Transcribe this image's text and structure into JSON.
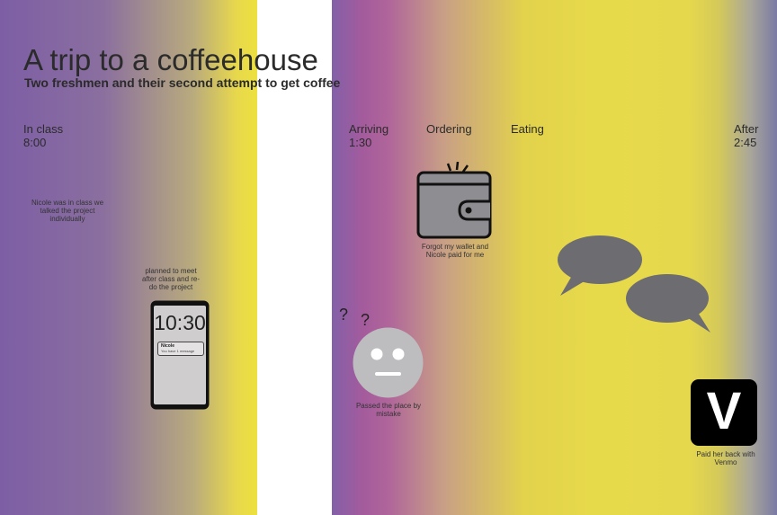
{
  "title": "A trip to a coffeehouse",
  "subtitle": "Two freshmen and their second attempt to get coffee",
  "stages": [
    {
      "label": "In class",
      "time": "8:00"
    },
    {
      "label": "Arriving",
      "time": "1:30"
    },
    {
      "label": "Ordering",
      "time": ""
    },
    {
      "label": "Eating",
      "time": ""
    },
    {
      "label": "After",
      "time": "2:45"
    }
  ],
  "notes": {
    "in_class": "Nicole was in class we talked the project individually",
    "plan": "planned to meet after class and re-do the project",
    "passed": "Passed the place by mistake",
    "wallet": "Forgot my wallet and Nicole paid for me",
    "paid_back": "Paid her back with Venmo"
  },
  "phone": {
    "time": "10:30",
    "notification_name": "Nicole",
    "notification_text": "You have 1 message"
  },
  "venmo_letter": "V",
  "question_marks": [
    "?",
    "?"
  ],
  "colors": {
    "purple": "#7d5ea5",
    "magenta": "#b0669a",
    "yellow": "#e6d84c",
    "icon_gray": "#6e6e73"
  },
  "icons": [
    "phone-icon",
    "confused-face-icon",
    "wallet-icon",
    "speech-bubble-icon",
    "venmo-icon"
  ]
}
